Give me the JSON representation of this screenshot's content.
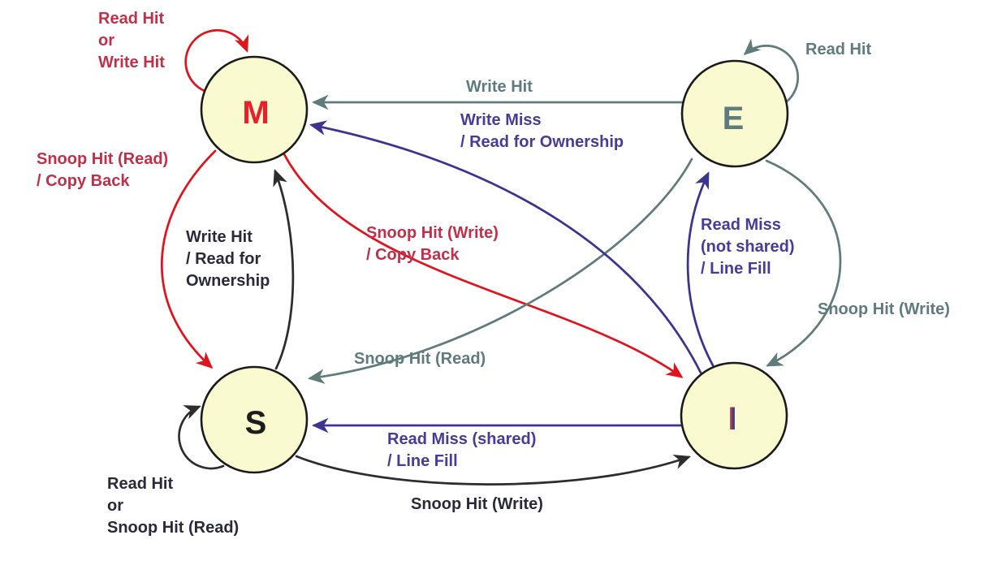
{
  "diagram_type": "state-diagram",
  "states": {
    "modified": {
      "label": "M"
    },
    "exclusive": {
      "label": "E"
    },
    "shared": {
      "label": "S"
    },
    "invalid": {
      "label": "I"
    }
  },
  "transitions": {
    "m_self_loop": {
      "label": "Read Hit\nor\nWrite Hit"
    },
    "m_to_s": {
      "label": "Snoop Hit (Read)\n/ Copy Back"
    },
    "m_to_i": {
      "label": "Snoop Hit (Write)\n/ Copy Back"
    },
    "e_to_m": {
      "label": "Write Hit"
    },
    "e_self_loop": {
      "label": "Read Hit"
    },
    "e_to_s": {
      "label": "Snoop Hit (Read)"
    },
    "e_to_i": {
      "label": "Snoop Hit (Write)"
    },
    "i_to_m": {
      "label": "Write Miss\n/ Read for Ownership"
    },
    "i_to_e": {
      "label": "Read Miss\n(not shared)\n/ Line Fill"
    },
    "i_to_s": {
      "label": "Read Miss (shared)\n/ Line Fill"
    },
    "s_to_m": {
      "label": "Write Hit\n/ Read for\nOwnership"
    },
    "s_to_i": {
      "label": "Snoop Hit (Write)"
    },
    "s_self_loop": {
      "label": "Read Hit\nor\nSnoop Hit (Read)"
    }
  },
  "colors": {
    "state_fill": "#fafad0",
    "state_border": "#1b1b1b",
    "red_arrow": "#e0141f",
    "red_label": "#c22f48",
    "slate": "#5f7b7e",
    "purple_arrow": "#3d3490",
    "purple_label": "#473c96",
    "black_arrow": "#2d2d2d",
    "black_label": "#2a2939",
    "m_letter": "#e8202c",
    "e_letter": "#5e7b80",
    "s_letter": "#1d1d1d",
    "i_letter_left": "#a93a52",
    "i_letter_right": "#433a93"
  }
}
